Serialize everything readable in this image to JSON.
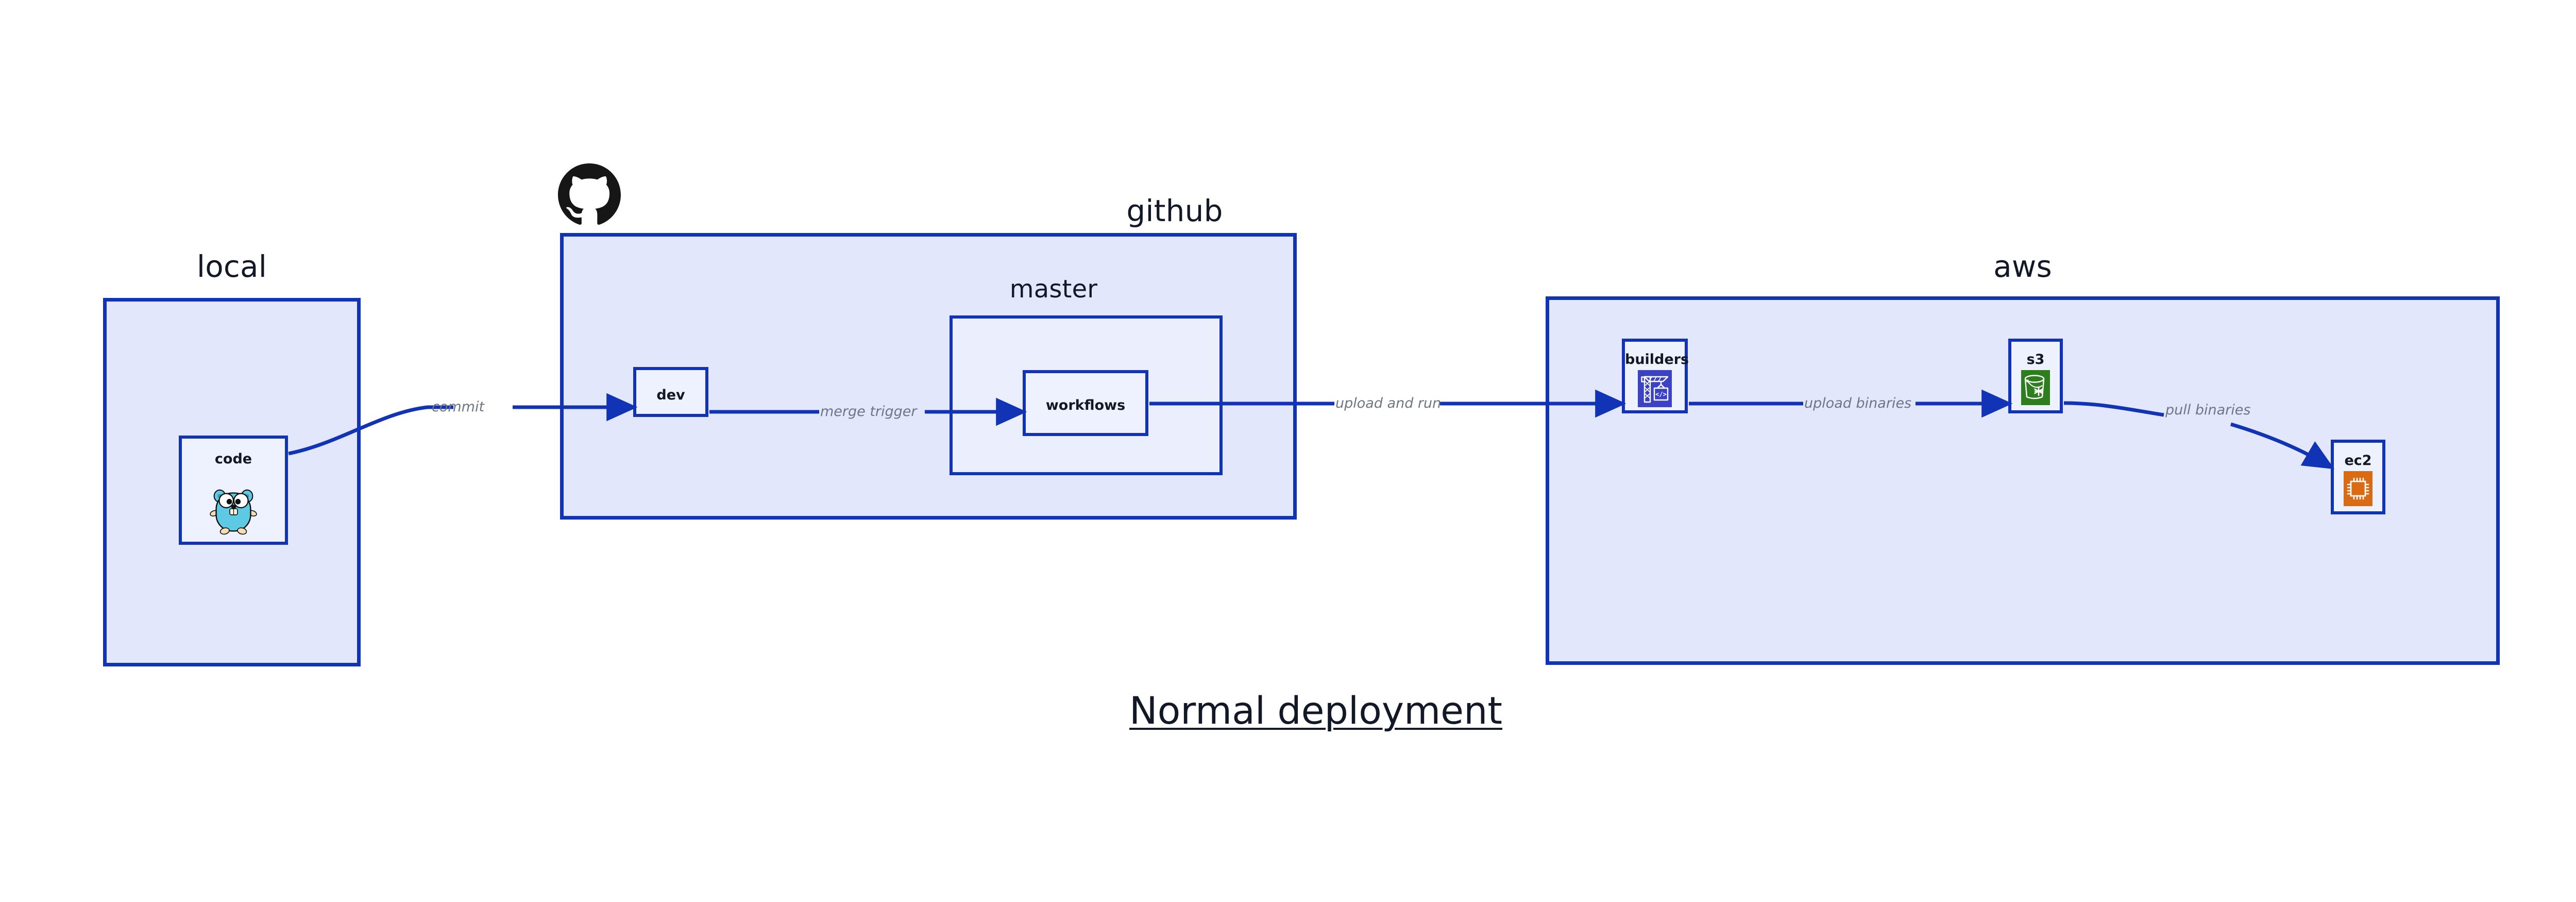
{
  "title": "Normal deployment",
  "colors": {
    "container_fill": "#E2E7FB",
    "subgroup_fill": "#EAEEFD",
    "node_fill": "#EEF1FE",
    "border_blue": "#1034B5",
    "edge_blue": "#1034B5",
    "edge_label_gray": "#6E7584",
    "text_navy": "#121826",
    "builders_icon_bg": "#3B42C4",
    "s3_icon_bg": "#2E7D1E",
    "ec2_icon_bg": "#DA6B15",
    "gopher_body": "#5DC9E2",
    "github_logo": "#161616"
  },
  "groups": [
    {
      "id": "local",
      "label": "local"
    },
    {
      "id": "github",
      "label": "github"
    },
    {
      "id": "aws",
      "label": "aws"
    }
  ],
  "subgroups": [
    {
      "id": "master",
      "label": "master",
      "parent": "github"
    }
  ],
  "nodes": [
    {
      "id": "code",
      "label": "code",
      "parent": "local",
      "icon": "golang-gopher-icon"
    },
    {
      "id": "dev",
      "label": "dev",
      "parent": "github",
      "icon": null
    },
    {
      "id": "workflows",
      "label": "workflows",
      "parent": "master",
      "icon": null
    },
    {
      "id": "builders",
      "label": "builders",
      "parent": "aws",
      "icon": "aws-builders-crane-icon"
    },
    {
      "id": "s3",
      "label": "s3",
      "parent": "aws",
      "icon": "aws-s3-bucket-icon"
    },
    {
      "id": "ec2",
      "label": "ec2",
      "parent": "aws",
      "icon": "aws-ec2-chip-icon"
    }
  ],
  "edges": [
    {
      "id": "commit",
      "from": "code",
      "to": "dev",
      "label": "commit"
    },
    {
      "id": "merge-trigger",
      "from": "dev",
      "to": "workflows",
      "label": "merge trigger"
    },
    {
      "id": "upload-and-run",
      "from": "workflows",
      "to": "builders",
      "label": "upload and run"
    },
    {
      "id": "upload-binaries",
      "from": "builders",
      "to": "s3",
      "label": "upload binaries"
    },
    {
      "id": "pull-binaries",
      "from": "s3",
      "to": "ec2",
      "label": "pull binaries"
    }
  ],
  "logos": [
    {
      "id": "github-logo",
      "name": "github-octocat-logo"
    }
  ]
}
